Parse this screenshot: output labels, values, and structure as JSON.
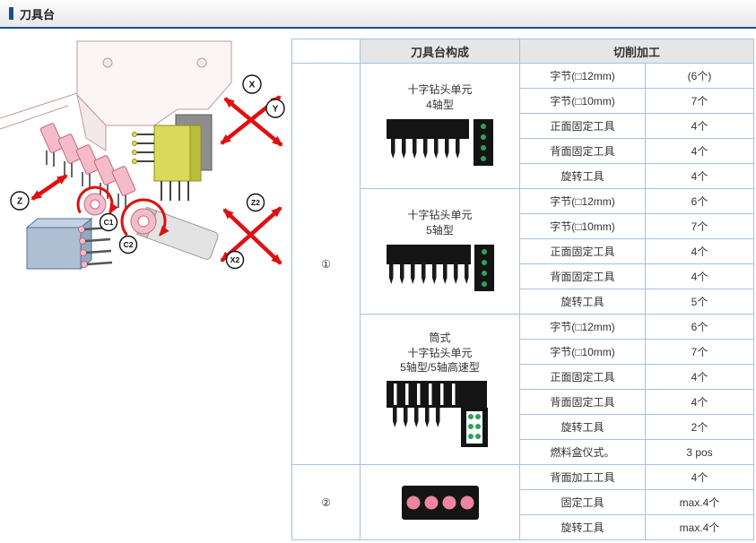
{
  "header": {
    "title": "刀具台"
  },
  "colors": {
    "accent_blue": "#17508f",
    "table_border": "#a3c2e0",
    "arrow_red": "#e01010",
    "dot_green": "#2fa05a",
    "back_unit_pink": "#ee85a5"
  },
  "diagram": {
    "axes": [
      "X",
      "Y",
      "Z",
      "C1",
      "C2",
      "Z2",
      "X2"
    ]
  },
  "table": {
    "col_headers": [
      "刀具台构成",
      "切削加工"
    ],
    "groups": [
      {
        "number": "①",
        "sections": [
          {
            "label_lines": [
              "十字钻头单元",
              "4轴型"
            ],
            "image": "drill-unit-4axis",
            "rows": [
              {
                "label": "字节(□12mm)",
                "value": "(6个)"
              },
              {
                "label": "字节(□10mm)",
                "value": "7个"
              },
              {
                "label": "正面固定工具",
                "value": "4个"
              },
              {
                "label": "背面固定工具",
                "value": "4个"
              },
              {
                "label": "旋转工具",
                "value": "4个"
              }
            ]
          },
          {
            "label_lines": [
              "十字钻头单元",
              "5轴型"
            ],
            "image": "drill-unit-5axis",
            "rows": [
              {
                "label": "字节(□12mm)",
                "value": "6个"
              },
              {
                "label": "字节(□10mm)",
                "value": "7个"
              },
              {
                "label": "正面固定工具",
                "value": "4个"
              },
              {
                "label": "背面固定工具",
                "value": "4个"
              },
              {
                "label": "旋转工具",
                "value": "5个"
              }
            ]
          },
          {
            "label_lines": [
              "筒式",
              "十字钻头单元",
              "5轴型/5轴高速型"
            ],
            "image": "drill-unit-sleeve",
            "rows": [
              {
                "label": "字节(□12mm)",
                "value": "6个"
              },
              {
                "label": "字节(□10mm)",
                "value": "7个"
              },
              {
                "label": "正面固定工具",
                "value": "4个"
              },
              {
                "label": "背面固定工具",
                "value": "4个"
              },
              {
                "label": "旋转工具",
                "value": "2个"
              },
              {
                "label": "燃料盒仪式。",
                "value": "3 pos"
              }
            ]
          }
        ]
      },
      {
        "number": "②",
        "sections": [
          {
            "label_lines": [],
            "image": "back-tool-unit",
            "rows": [
              {
                "label": "背面加工工具",
                "value": "4个"
              },
              {
                "label": "固定工具",
                "value": "max.4个"
              },
              {
                "label": "旋转工具",
                "value": "max.4个"
              }
            ]
          }
        ]
      }
    ]
  }
}
